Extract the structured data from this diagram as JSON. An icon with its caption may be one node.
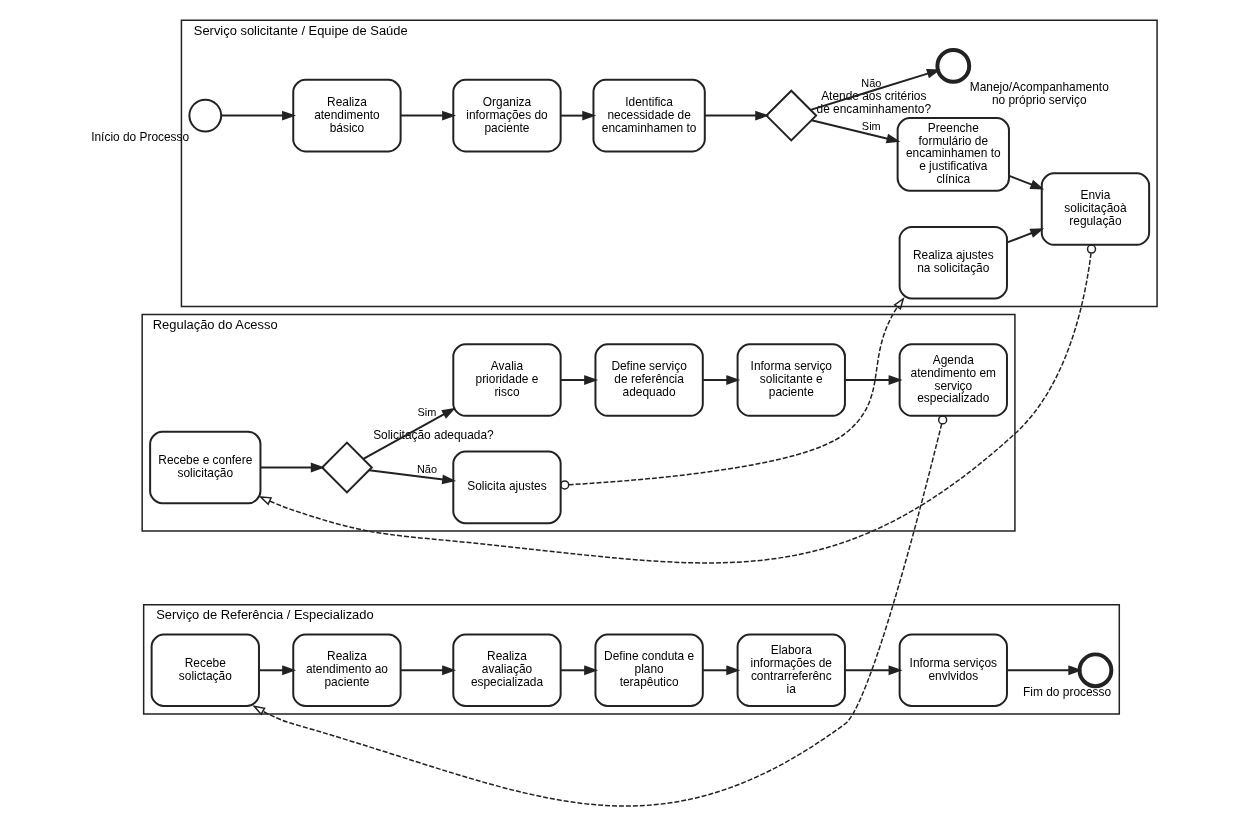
{
  "diagram": {
    "nodes": [
      {
        "text": [
          "Serviço solicitante / Equipe de Saúde"
        ]
      },
      {
        "text": [],
        "shape": "circle",
        "in": 0,
        "beside": [
          "Início do Processo"
        ]
      },
      {
        "text": [
          "Realiza atendimento básico"
        ],
        "in": 0
      },
      {
        "text": [
          "Organiza informações do paciente"
        ],
        "in": 0
      },
      {
        "text": [
          "Identifica necessidade de encaminhamen to"
        ],
        "in": 0
      },
      {
        "text": [],
        "shape": "diamond",
        "in": 0,
        "beside": [
          "Atende aos critérios de encaminhamento?"
        ]
      },
      {
        "text": [
          "Preenche formulário de encaminhamen to e justificativa clínica"
        ],
        "in": 0
      },
      {
        "text": [
          "Envia solicitaçãoà regulação"
        ],
        "in": 0
      },
      {
        "text": [
          "Realiza ajustes na solicitação"
        ],
        "in": 0
      },
      {
        "text": [],
        "shape": "circle",
        "in": 0,
        "beside": [
          "Manejo/Acompanhamento no próprio serviço"
        ]
      },
      {
        "text": [
          "Regulação do Acesso"
        ]
      },
      {
        "text": [
          "Recebe e confere solicitação"
        ],
        "in": 10
      },
      {
        "text": [],
        "shape": "diamond",
        "in": 10,
        "beside": [
          "Solicitação adequada?"
        ]
      },
      {
        "text": [
          "Solicita ajustes"
        ],
        "in": 10
      },
      {
        "text": [
          "Avalia prioridade e risco"
        ],
        "in": 10
      },
      {
        "text": [
          "Define serviço de referência adequado"
        ],
        "in": 10
      },
      {
        "text": [
          "Informa serviço solicitante e paciente"
        ],
        "in": 10
      },
      {
        "text": [
          "Agenda atendimento em serviço especializado"
        ],
        "in": 10
      },
      {
        "text": [
          "Serviço de Referência / Especializado"
        ]
      },
      {
        "text": [
          "Recebe solictação"
        ],
        "in": 18
      },
      {
        "text": [
          "Realiza atendimento ao paciente"
        ],
        "in": 18
      },
      {
        "text": [
          "Realiza avaliação especializada"
        ],
        "in": 18
      },
      {
        "text": [
          "Define conduta e plano terapêutico"
        ],
        "in": 18
      },
      {
        "text": [
          "Elabora informações de contrarreferênc ia"
        ],
        "in": 18
      },
      {
        "text": [
          "Informa serviços envlvidos"
        ],
        "in": 18
      },
      {
        "text": [],
        "shape": "circle",
        "in": 18,
        "beside": [
          "Fim do processo"
        ]
      }
    ],
    "edges": [
      {
        "from": 1,
        "to": 2,
        "arrow": "to"
      },
      {
        "from": 2,
        "to": 3,
        "arrow": "to"
      },
      {
        "from": 3,
        "to": 4,
        "arrow": "to"
      },
      {
        "from": 4,
        "to": 5,
        "arrow": "to"
      },
      {
        "from": 5,
        "to": 6,
        "arrow": "to",
        "label": "Sim"
      },
      {
        "from": 5,
        "to": 9,
        "arrow": "to",
        "label": "Não"
      },
      {
        "from": 6,
        "to": 7,
        "arrow": "to"
      },
      {
        "from": 8,
        "to": 7,
        "arrow": "to"
      },
      {
        "from": 7,
        "to": 11,
        "arrow": "to",
        "style": "dashed"
      },
      {
        "from": 13,
        "to": 8,
        "arrow": "to",
        "style": "dashed"
      },
      {
        "from": 11,
        "to": 12,
        "arrow": "to"
      },
      {
        "from": 12,
        "to": 13,
        "arrow": "to",
        "label": "Não"
      },
      {
        "from": 12,
        "to": 14,
        "arrow": "to",
        "label": "Sim"
      },
      {
        "from": 14,
        "to": 15,
        "arrow": "to"
      },
      {
        "from": 15,
        "to": 16,
        "arrow": "to"
      },
      {
        "from": 16,
        "to": 17,
        "arrow": "to"
      },
      {
        "from": 17,
        "to": 19,
        "arrow": "to",
        "style": "dashed"
      },
      {
        "from": 19,
        "to": 20,
        "arrow": "to"
      },
      {
        "from": 20,
        "to": 21,
        "arrow": "to"
      },
      {
        "from": 21,
        "to": 22,
        "arrow": "to"
      },
      {
        "from": 22,
        "to": 23,
        "arrow": "to"
      },
      {
        "from": 23,
        "to": 24,
        "arrow": "to"
      },
      {
        "from": 24,
        "to": 25,
        "arrow": "to"
      }
    ]
  }
}
